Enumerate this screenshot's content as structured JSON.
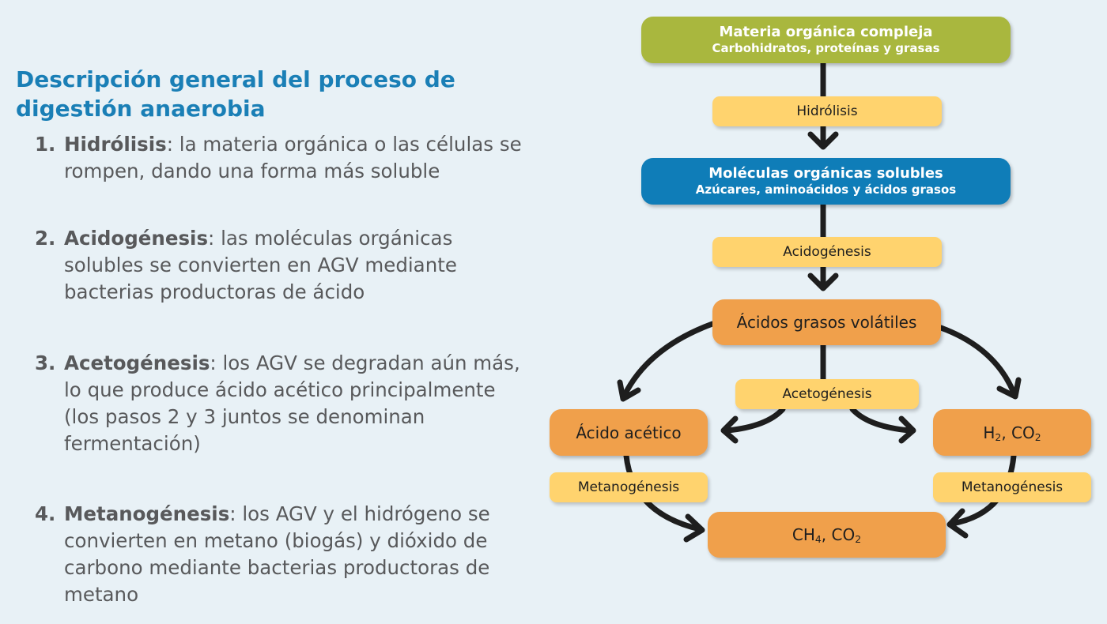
{
  "title": "Descripción general del proceso de digestión anaerobia",
  "steps": [
    {
      "number": "1.",
      "term": "Hidrólisis",
      "text": ": la materia orgánica o las células se rompen, dando una forma más soluble"
    },
    {
      "number": "2.",
      "term": "Acidogénesis",
      "text": ": las moléculas orgánicas solubles se convierten en AGV mediante bacterias productoras de ácido"
    },
    {
      "number": "3.",
      "term": "Acetogénesis",
      "text": ": los AGV se degradan aún más, lo que produce ácido acético principalmente (los pasos 2 y 3 juntos se denominan fermentación)"
    },
    {
      "number": "4.",
      "term": "Metanogénesis",
      "text": ": los AGV y el hidrógeno se convierten en metano (biogás) y dióxido de carbono mediante bacterias productoras de metano"
    }
  ],
  "diagram": {
    "colors": {
      "green_box": "#a9b73e",
      "blue_box": "#0f7db8",
      "orange_box": "#f0a04b",
      "process_label": "#ffd36e",
      "arrow": "#1e1e1e",
      "title": "#1a7fb6",
      "body_text": "#58595b",
      "background": "#e8f1f6"
    },
    "nodes": {
      "complex_organic_matter": {
        "label": "Materia orgánica compleja",
        "sublabel": "Carbohidratos, proteínas y grasas"
      },
      "soluble_organic_molecules": {
        "label": "Moléculas orgánicas solubles",
        "sublabel": "Azúcares, aminoácidos y ácidos grasos"
      },
      "volatile_fatty_acids": {
        "label": "Ácidos grasos volátiles"
      },
      "acetic_acid": {
        "label": "Ácido acético"
      },
      "h2_co2": {
        "parts": [
          "H",
          "2",
          ", CO",
          "2"
        ]
      },
      "ch4_co2": {
        "parts": [
          "CH",
          "4",
          ", CO",
          "2"
        ]
      }
    },
    "processes": {
      "hydrolysis": "Hidrólisis",
      "acidogenesis": "Acidogénesis",
      "acetogenesis": "Acetogénesis",
      "methanogenesis_left": "Metanogénesis",
      "methanogenesis_right": "Metanogénesis"
    }
  }
}
